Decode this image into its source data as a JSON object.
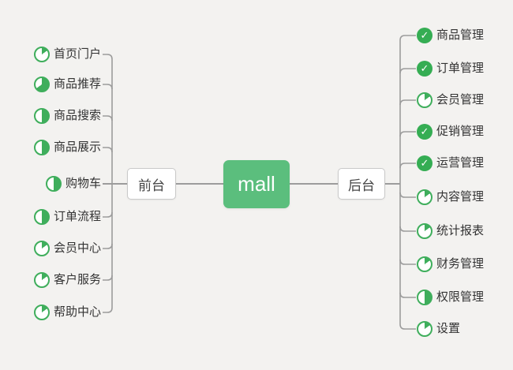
{
  "root": {
    "label": "mall"
  },
  "left_branch": {
    "label": "前台",
    "children": [
      {
        "label": "首页门户",
        "icon": "pie-15"
      },
      {
        "label": "商品推荐",
        "icon": "pie-65"
      },
      {
        "label": "商品搜索",
        "icon": "pie-50"
      },
      {
        "label": "商品展示",
        "icon": "pie-50"
      },
      {
        "label": "购物车",
        "icon": "pie-50"
      },
      {
        "label": "订单流程",
        "icon": "pie-50"
      },
      {
        "label": "会员中心",
        "icon": "pie-15"
      },
      {
        "label": "客户服务",
        "icon": "pie-15"
      },
      {
        "label": "帮助中心",
        "icon": "pie-15"
      }
    ]
  },
  "right_branch": {
    "label": "后台",
    "children": [
      {
        "label": "商品管理",
        "icon": "check"
      },
      {
        "label": "订单管理",
        "icon": "check"
      },
      {
        "label": "会员管理",
        "icon": "pie-15"
      },
      {
        "label": "促销管理",
        "icon": "check"
      },
      {
        "label": "运营管理",
        "icon": "check"
      },
      {
        "label": "内容管理",
        "icon": "pie-15"
      },
      {
        "label": "统计报表",
        "icon": "pie-15"
      },
      {
        "label": "财务管理",
        "icon": "pie-15"
      },
      {
        "label": "权限管理",
        "icon": "pie-50"
      },
      {
        "label": "设置",
        "icon": "pie-15"
      }
    ]
  },
  "colors": {
    "root_green": "#5bbe7d",
    "done_green": "#35ad53",
    "progress_green": "#3fae5c",
    "line_gray": "#9c9c9c",
    "background": "#f3f2f0"
  }
}
